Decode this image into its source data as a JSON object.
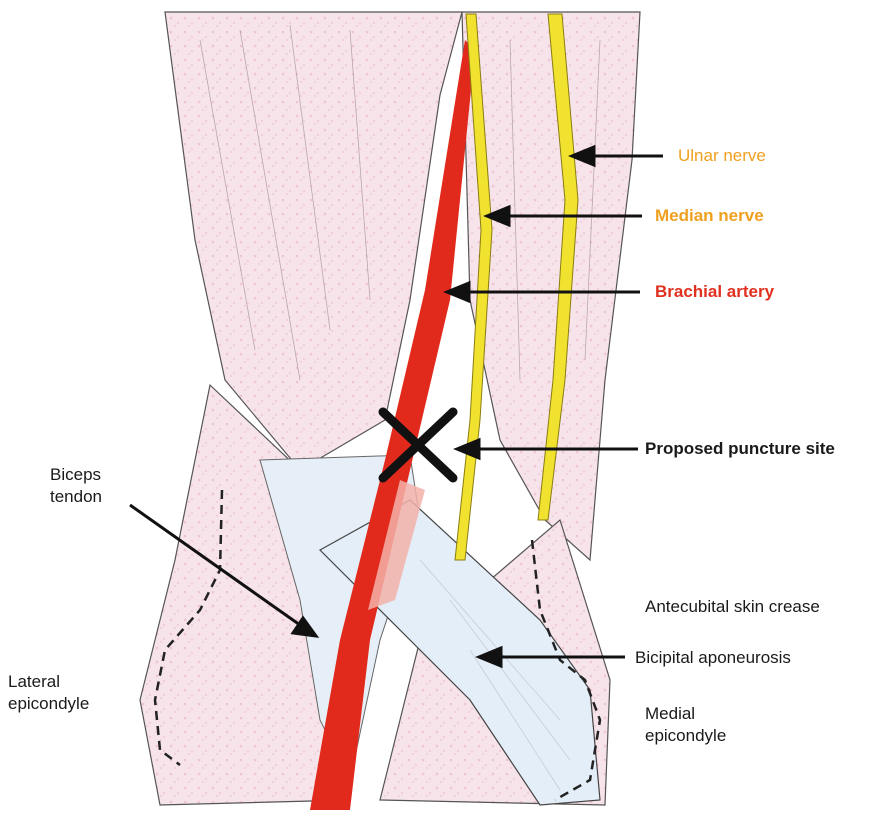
{
  "labels": {
    "ulnar_nerve": "Ulnar nerve",
    "median_nerve": "Median nerve",
    "brachial_artery": "Brachial artery",
    "puncture_site": "Proposed puncture site",
    "biceps_tendon_line1": "Biceps",
    "biceps_tendon_line2": "tendon",
    "skin_crease": "Antecubital skin crease",
    "aponeurosis": "Bicipital aponeurosis",
    "lateral_line1": "Lateral",
    "lateral_line2": "epicondyle",
    "medial_line1": "Medial",
    "medial_line2": "epicondyle"
  },
  "colors": {
    "ulnar_label": "#f0a020",
    "median_label": "#f0a020",
    "artery_label": "#e03020",
    "artery": "#e22a1c",
    "nerve": "#f2e230",
    "muscle": "#f6dde6",
    "aponeurosis": "#e4eef8",
    "text": "#1a1a1a"
  }
}
